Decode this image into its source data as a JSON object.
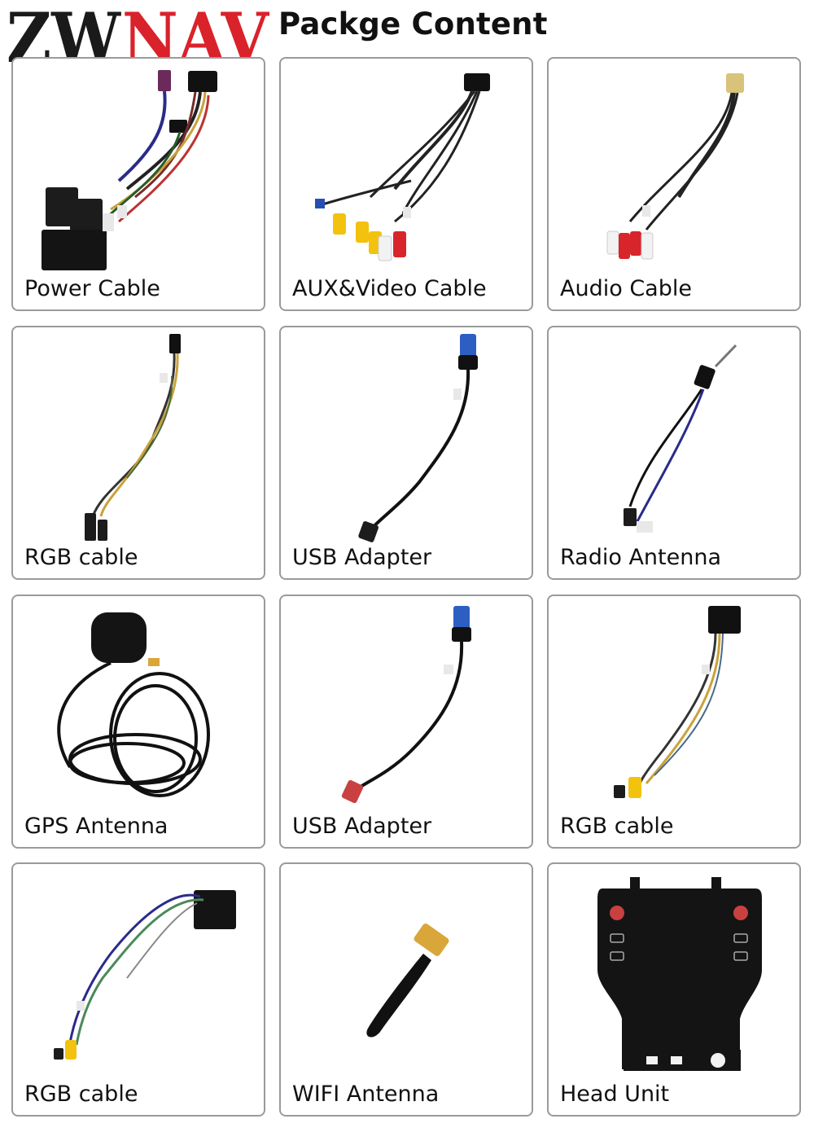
{
  "header": {
    "brand_prefix": "ZW",
    "brand_suffix": "NAV",
    "title": "Packge Content"
  },
  "items": [
    {
      "label": "Power Cable"
    },
    {
      "label": "AUX&Video Cable"
    },
    {
      "label": "Audio Cable"
    },
    {
      "label": "RGB cable"
    },
    {
      "label": "USB Adapter"
    },
    {
      "label": "Radio Antenna"
    },
    {
      "label": "GPS Antenna"
    },
    {
      "label": "USB Adapter"
    },
    {
      "label": "RGB cable"
    },
    {
      "label": "RGB cable"
    },
    {
      "label": "WIFI Antenna"
    },
    {
      "label": "Head Unit"
    }
  ],
  "colors": {
    "brand_dark": "#1a1a1a",
    "brand_red": "#d9222a",
    "border": "#9a9a9a"
  }
}
